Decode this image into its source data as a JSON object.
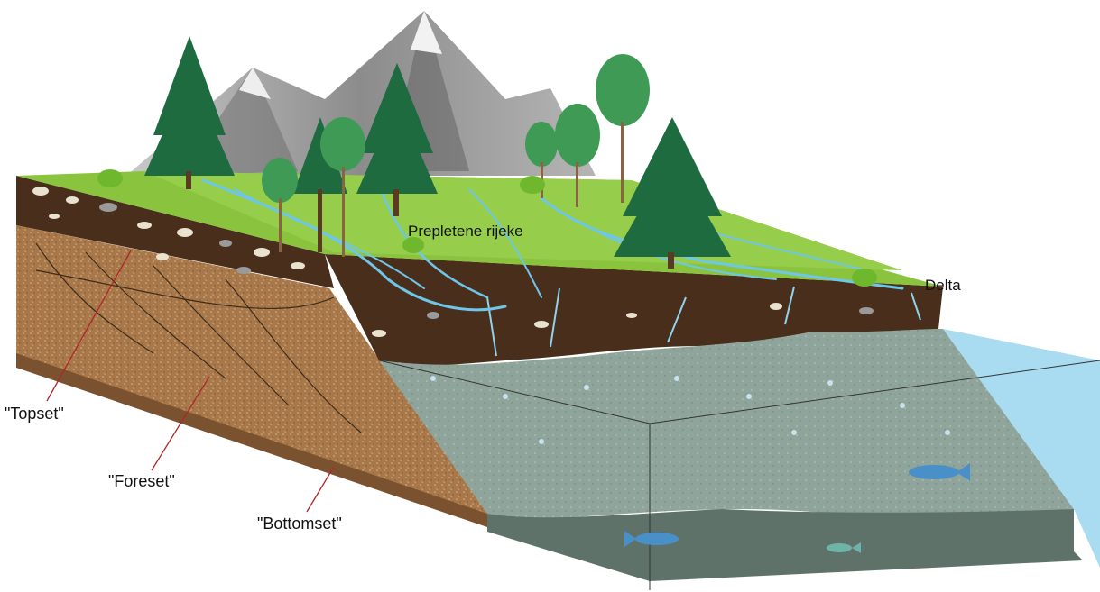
{
  "labels": {
    "rivers": "Prepletene rijeke",
    "delta": "Delta",
    "topset": "\"Topset\"",
    "foreset": "\"Foreset\"",
    "bottomset": "\"Bottomset\""
  },
  "colors": {
    "grass": "#8ac43f",
    "topsoil": "#4a2e1c",
    "sediment": "#a8784a",
    "water": "#8fa59b",
    "deep_water": "#5f726a",
    "sea_edge": "#a9dcf0",
    "river": "#6ec6e8",
    "leader_line": "#b0262a"
  }
}
